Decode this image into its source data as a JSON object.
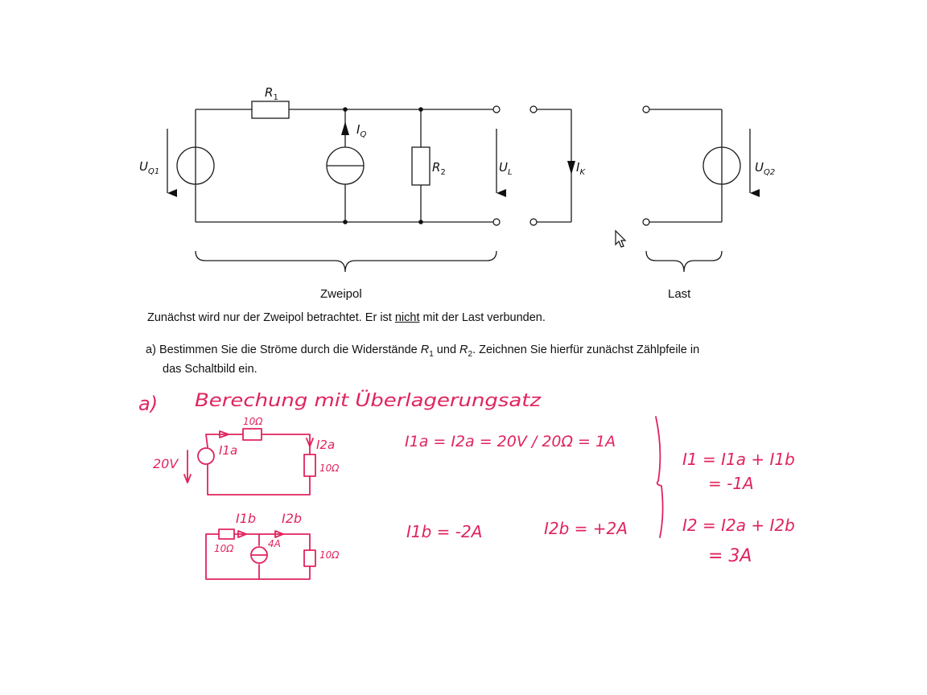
{
  "circuit": {
    "r1": "R1",
    "r2": "R2",
    "iq": "IQ",
    "uq1": "UQ1",
    "ul": "UL",
    "ik": "IK",
    "uq2": "UQ2",
    "zweipol": "Zweipol",
    "last": "Last"
  },
  "text": {
    "intro_before": "Zunächst wird nur der Zweipol betrachtet. Er ist ",
    "intro_underlined": "nicht",
    "intro_after": " mit der Last verbunden.",
    "task_prefix": "a)",
    "task_part1": "Bestimmen Sie die Ströme durch die Widerstände ",
    "task_r1": "R",
    "task_r1_sub": "1",
    "task_and": " und ",
    "task_r2": "R",
    "task_r2_sub": "2",
    "task_part2": ". Zeichnen Sie hierfür zunächst Zählpfeile in",
    "task_line2": "das Schaltbild ein."
  },
  "handwritten": {
    "part_label": "a)",
    "title": "Berechung mit Überlagerungsatz",
    "r_top": "10Ω",
    "src_voltage": "20V",
    "i1a": "I1a",
    "i2a": "I2a",
    "r_right": "10Ω",
    "eq_a": "I1a = I2a = 20V / 20Ω = 1A",
    "i1b": "I1b",
    "i2b": "I2b",
    "r_left_b": "10Ω",
    "src_current": "4A",
    "r_right_b": "10Ω",
    "eq_b1": "I1b = -2A",
    "eq_b2": "I2b = +2A",
    "res_i1": "I1 = I1a + I1b",
    "res_i1_val": "= -1A",
    "res_i2": "I2 = I2a + I2b",
    "res_i2_val": "= 3A"
  }
}
